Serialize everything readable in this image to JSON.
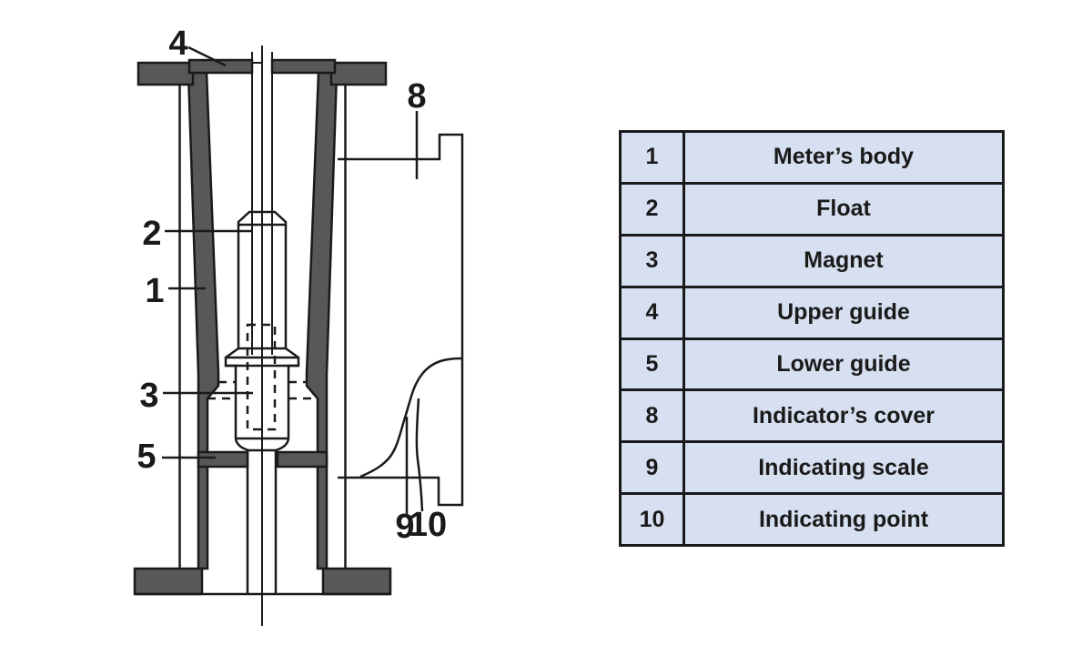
{
  "diagram": {
    "callouts": {
      "c1": "1",
      "c2": "2",
      "c3": "3",
      "c4": "4",
      "c5": "5",
      "c8": "8",
      "c9": "9",
      "c10": "10"
    }
  },
  "table": {
    "rows": [
      {
        "num": "1",
        "label": "Meter’s body"
      },
      {
        "num": "2",
        "label": "Float"
      },
      {
        "num": "3",
        "label": "Magnet"
      },
      {
        "num": "4",
        "label": "Upper guide"
      },
      {
        "num": "5",
        "label": "Lower guide"
      },
      {
        "num": "8",
        "label": "Indicator’s cover"
      },
      {
        "num": "9",
        "label": "Indicating scale"
      },
      {
        "num": "10",
        "label": "Indicating point"
      }
    ]
  },
  "colors": {
    "table_fill": "#d6e0f0",
    "wall_fill": "#58585a",
    "line": "#1a1a1a"
  }
}
